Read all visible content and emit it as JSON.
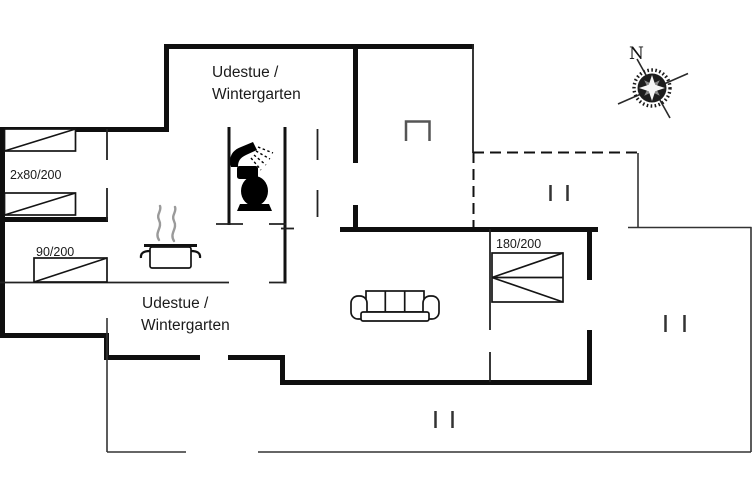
{
  "page": {
    "title": "Vacation house floor plan"
  },
  "colors": {
    "background": "#ffffff",
    "wall": "#0f0f0f",
    "thin_line": "#333333",
    "steam_gray": "#9a9a9a",
    "label_text": "#1b1b1b"
  },
  "rooms": {
    "conservatory_top": {
      "label_line1": "Udestue /",
      "label_line2": "Wintergarten"
    },
    "conservatory_bottom": {
      "label_line1": "Udestue /",
      "label_line2": "Wintergarten"
    }
  },
  "beds": {
    "left_double": {
      "label": "2x80/200"
    },
    "left_single": {
      "label": "90/200"
    },
    "right_double": {
      "label": "180/200"
    }
  },
  "compass": {
    "north_label": "N"
  },
  "icons": {
    "compass": "compass-rose-icon",
    "shower": "shower-icon",
    "toilet": "toilet-icon",
    "stove": "cooking-pot-icon",
    "sofa": "sofa-icon",
    "chimney": "chimney-icon",
    "bed": "bed-icon",
    "door_opening": "door-opening-marks"
  }
}
